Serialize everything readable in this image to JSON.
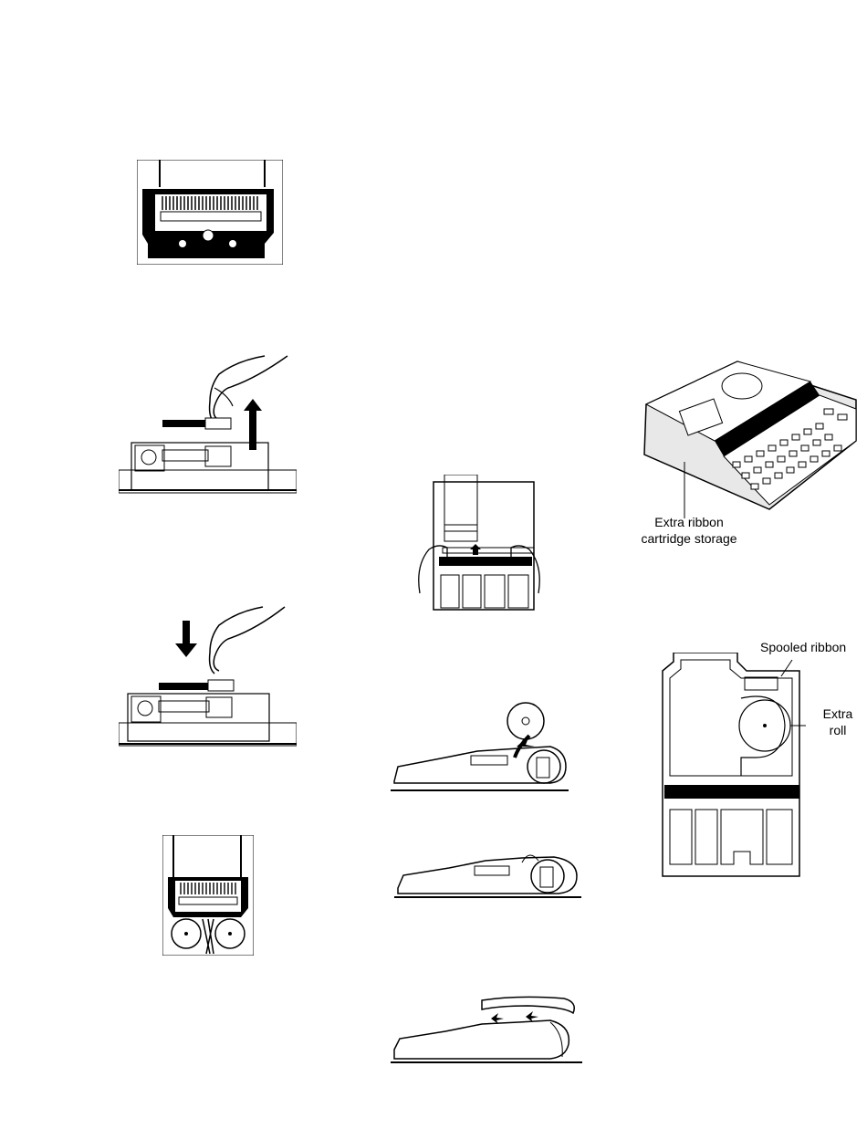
{
  "labels": {
    "ribbon_storage_line1": "Extra ribbon",
    "ribbon_storage_line2": "cartridge storage",
    "spooled_ribbon": "Spooled ribbon",
    "extra_roll_line1": "Extra",
    "extra_roll_line2": "roll"
  }
}
